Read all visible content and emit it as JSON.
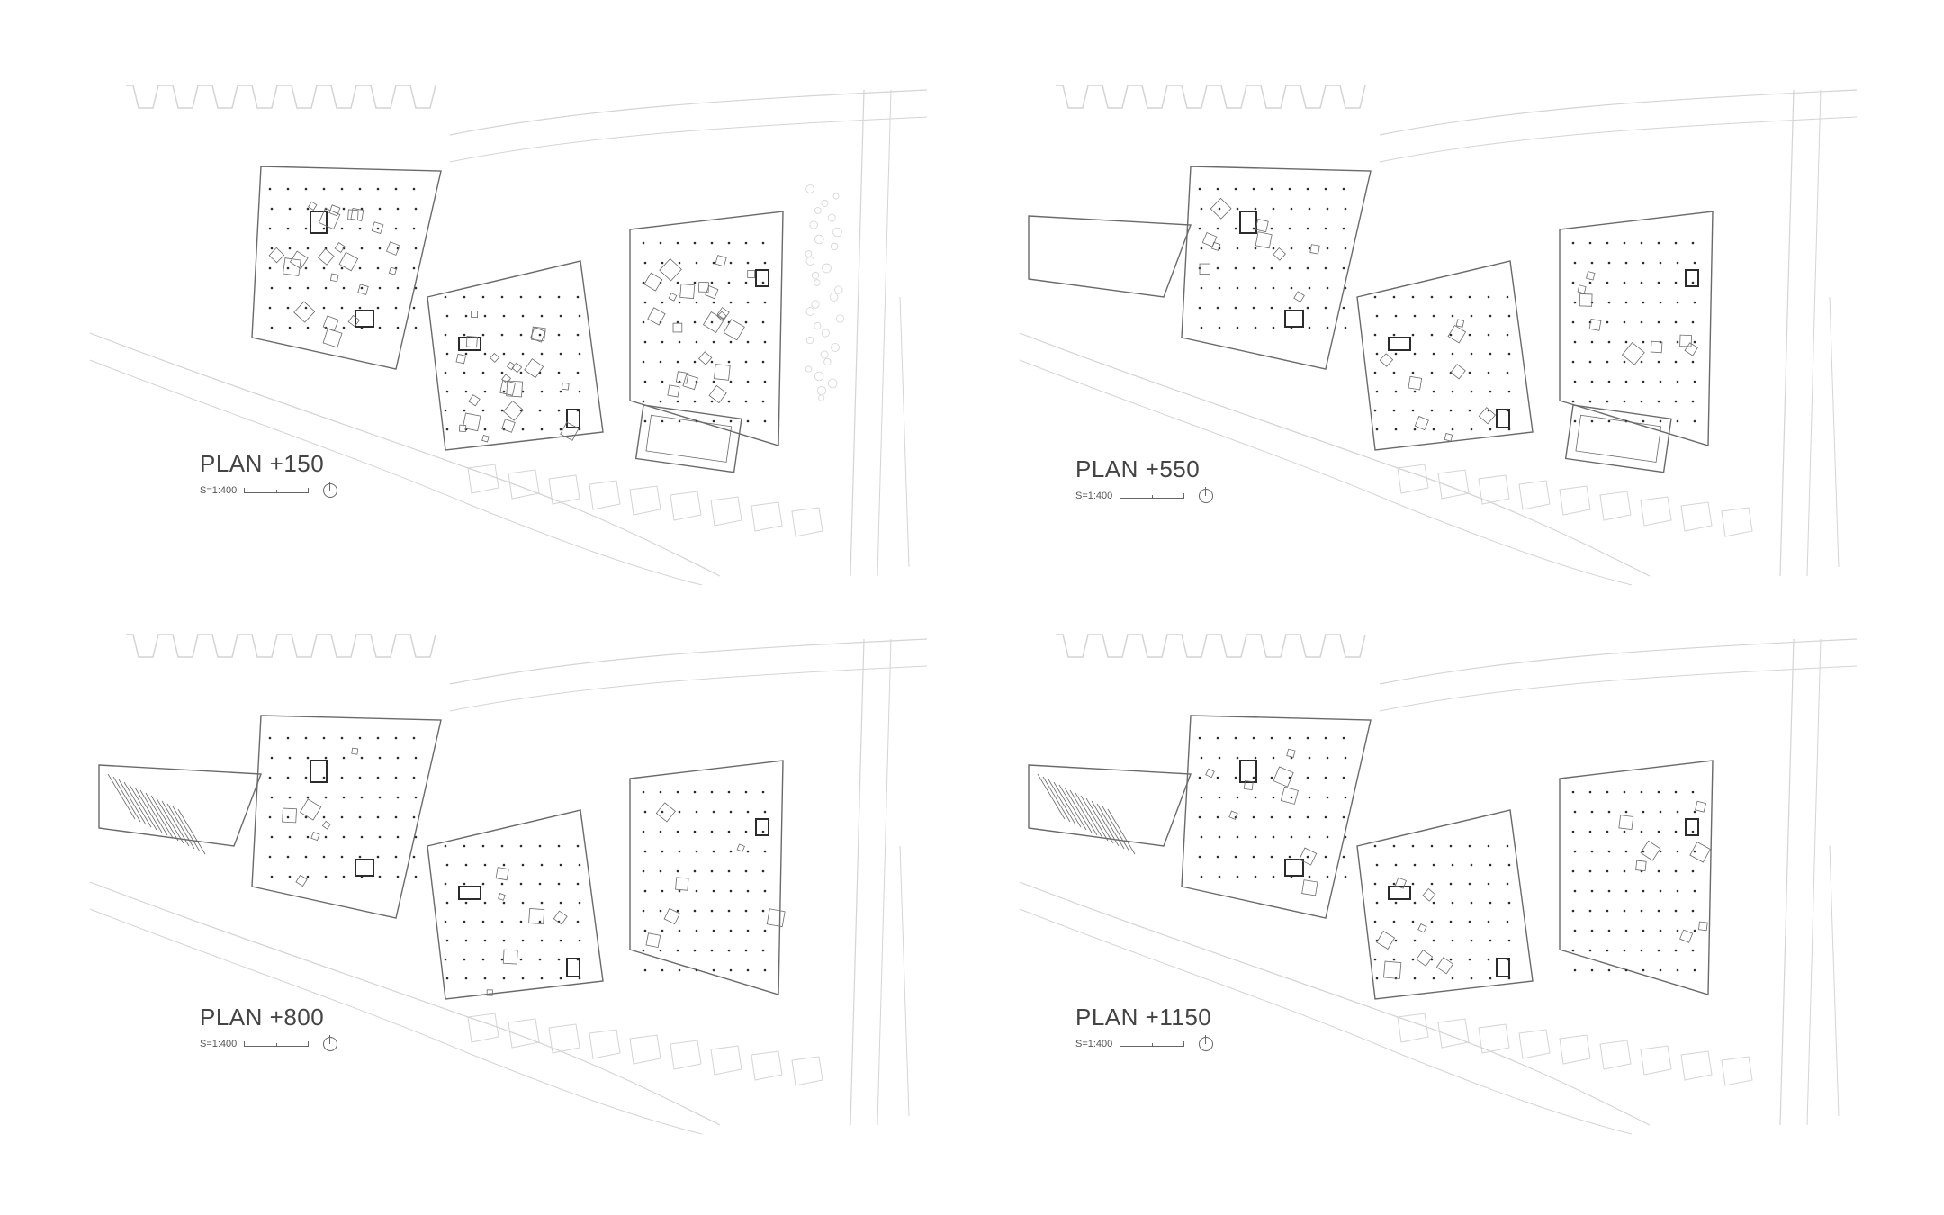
{
  "plans": [
    {
      "id": "plan-150",
      "title": "PLAN +150",
      "scale": "S=1:400"
    },
    {
      "id": "plan-550",
      "title": "PLAN +550",
      "scale": "S=1:400"
    },
    {
      "id": "plan-800",
      "title": "PLAN +800",
      "scale": "S=1:400"
    },
    {
      "id": "plan-1150",
      "title": "PLAN +1150",
      "scale": "S=1:400"
    }
  ],
  "colors": {
    "background": "#ffffff",
    "context_line": "#d4d4d4",
    "plan_line": "#6a6a6a",
    "wall_line": "#2b2b2b",
    "label": "#444444"
  }
}
